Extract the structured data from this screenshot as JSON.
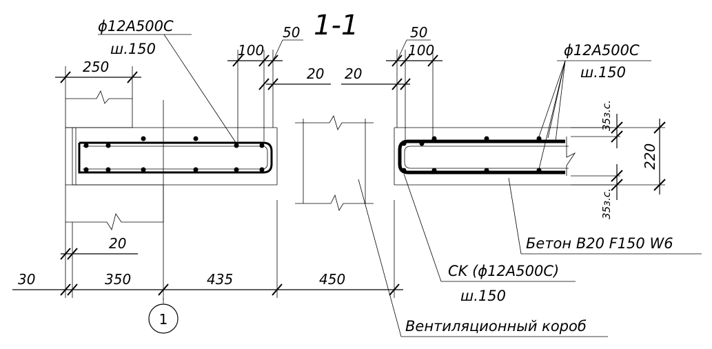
{
  "section": {
    "title": "1-1"
  },
  "labels": {
    "rebar_left_line1": "ϕ12A500C",
    "rebar_left_line2": "ш.150",
    "rebar_right_line1": "ϕ12A500C",
    "rebar_right_line2": "ш.150",
    "concrete": "Бетон B20 F150 W6",
    "sk_line1": "CK (ϕ12A500C)",
    "sk_line2": "ш.150",
    "vent_box": "Вентиляционный короб"
  },
  "dimensions": {
    "wall_width": "250",
    "top_50_left": "50",
    "top_100_left": "100",
    "top_20_left": "20",
    "top_20_right": "20",
    "top_50_right": "50",
    "top_100_right": "100",
    "cover_top": "35з.с.",
    "cover_bottom": "35з.с.",
    "slab_height": "220",
    "gap_20": "20",
    "bottom_30": "30",
    "bottom_350": "350",
    "bottom_435": "435",
    "bottom_450": "450"
  },
  "axis": {
    "label": "1"
  },
  "colors": {
    "ink": "#000000",
    "paper": "#ffffff"
  }
}
